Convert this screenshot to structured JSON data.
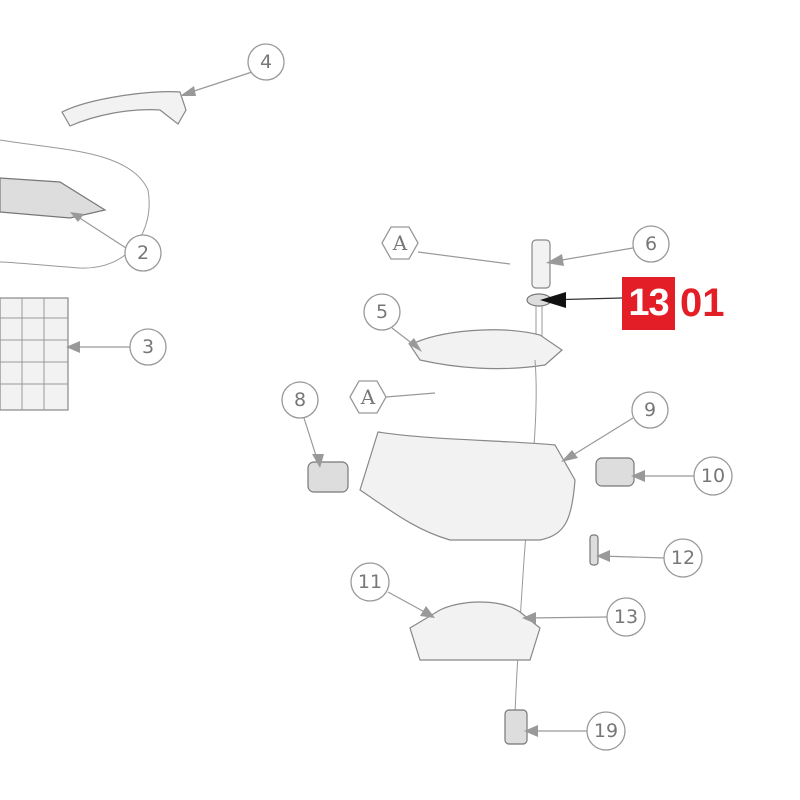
{
  "callouts": {
    "c4": "4",
    "c2": "2",
    "c3": "3",
    "c6": "6",
    "c5": "5",
    "c8": "8",
    "c9": "9",
    "c10": "10",
    "c12": "12",
    "c11": "11",
    "c13": "13",
    "c19": "19"
  },
  "hex_labels": {
    "a1": "A",
    "a2": "A"
  },
  "highlight": {
    "part_number": "13",
    "suffix": "01",
    "color": "#e41e26"
  }
}
